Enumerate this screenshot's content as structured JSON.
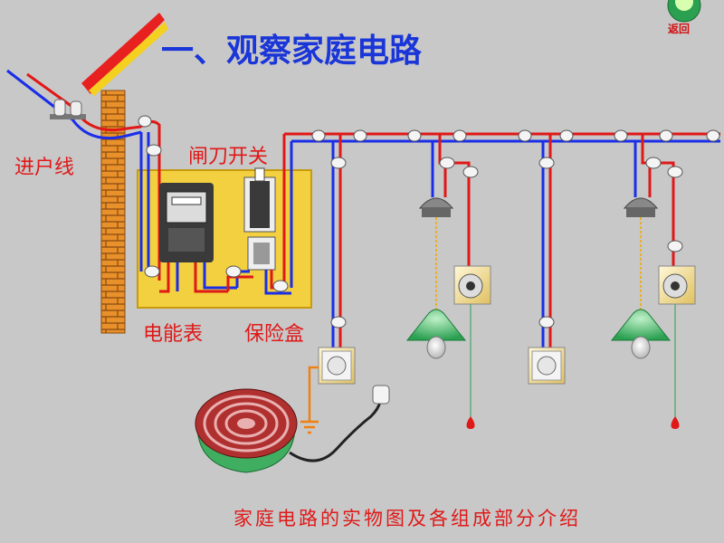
{
  "title": "一、观察家庭电路",
  "back_label": "返回",
  "labels": {
    "service_entrance": "进户线",
    "knife_switch": "闸刀开关",
    "energy_meter": "电能表",
    "fuse_box": "保险盒"
  },
  "caption": "家庭电路的实物图及各组成部分介绍",
  "colors": {
    "live_wire": "#e01818",
    "neutral_wire": "#1a2ee8",
    "background": "#c8c8c8",
    "title": "#1a35d8",
    "panel": "#f2d040",
    "brick": "#e8902a",
    "lamp_shade": "#3cbf6a"
  }
}
